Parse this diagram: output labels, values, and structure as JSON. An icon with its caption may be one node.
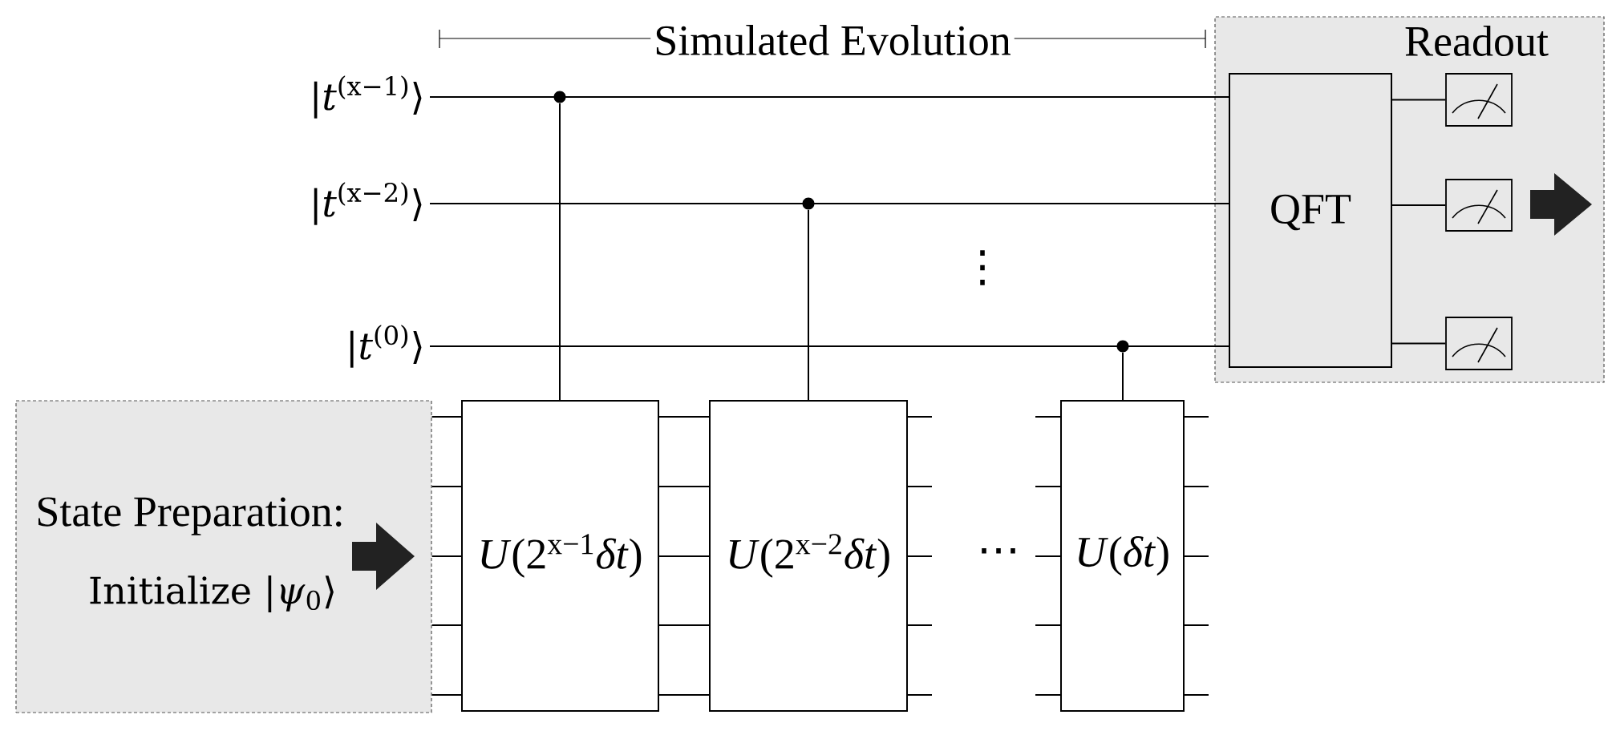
{
  "diagram": {
    "nodes": [
      {
        "text": [
          "|*t*$^{(x−1)}$⟩"
        ]
      },
      {
        "text": [],
        "shape": "dot"
      },
      {
        "text": [
          "Readout"
        ]
      },
      {
        "text": [
          "QFT"
        ],
        "in": 2
      },
      {
        "text": [],
        "shape": "meter",
        "in": 2
      },
      {
        "text": [
          "|*t*$^{(x−2)}$⟩"
        ]
      },
      {
        "text": [],
        "shape": "dot"
      },
      {
        "text": [],
        "shape": "meter",
        "in": 2
      },
      {
        "text": [
          "|*t*$^{(0)}$⟩"
        ]
      },
      {
        "text": [],
        "shape": "dot"
      },
      {
        "text": [],
        "shape": "meter",
        "in": 2
      },
      {
        "text": [
          "State Preparation:",
          "Initialize |*ψ*$_{0}$⟩"
        ]
      },
      {
        "text": [
          "*U*(2$^{x−1}$*δt*)"
        ]
      },
      {
        "text": [
          "*U*(2$^{x−2}$*δt*)"
        ]
      },
      {
        "text": [
          "*U*(*δt*)"
        ]
      }
    ],
    "edges": [
      {
        "from": 0,
        "to": 3,
        "arrow": "none"
      },
      {
        "from": 5,
        "to": 3,
        "arrow": "none"
      },
      {
        "from": 8,
        "to": 3,
        "arrow": "none"
      },
      {
        "from": 1,
        "to": 12,
        "arrow": "none"
      },
      {
        "from": 6,
        "to": 13,
        "arrow": "none"
      },
      {
        "from": 9,
        "to": 14,
        "arrow": "none"
      },
      {
        "from": 3,
        "to": 4,
        "arrow": "none"
      },
      {
        "from": 3,
        "to": 7,
        "arrow": "none"
      },
      {
        "from": 3,
        "to": 10,
        "arrow": "none"
      },
      {
        "from": 12,
        "to": 13,
        "arrow": "none"
      },
      {
        "from": 12,
        "to": 13,
        "arrow": "none"
      },
      {
        "from": 12,
        "to": 13,
        "arrow": "none"
      },
      {
        "from": 12,
        "to": 13,
        "arrow": "none"
      },
      {
        "from": 12,
        "to": 13,
        "arrow": "none"
      },
      {
        "from": 11,
        "to": 12,
        "arrow": "none"
      },
      {
        "from": 11,
        "to": 12,
        "arrow": "none"
      },
      {
        "from": 11,
        "to": 12,
        "arrow": "none"
      },
      {
        "from": 11,
        "to": 12,
        "arrow": "none"
      },
      {
        "from": 11,
        "to": 12,
        "arrow": "none"
      }
    ],
    "labels": [
      "Simulated Evolution",
      "⋮",
      "⋯"
    ]
  }
}
